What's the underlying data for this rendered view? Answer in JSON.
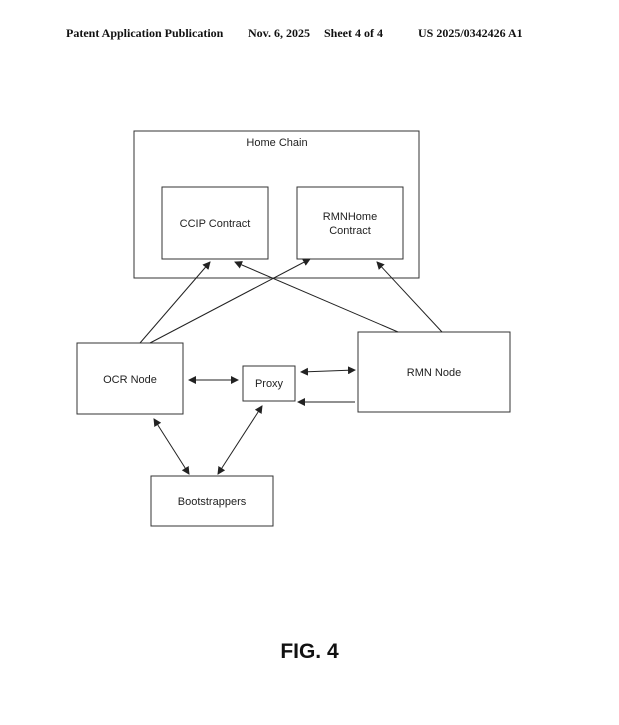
{
  "header": {
    "publication": "Patent Application Publication",
    "date": "Nov. 6, 2025",
    "sheet": "Sheet 4 of 4",
    "number": "US 2025/0342426 A1"
  },
  "diagram": {
    "home_chain": "Home Chain",
    "ccip_contract": "CCIP Contract",
    "rmnhome_line1": "RMNHome",
    "rmnhome_line2": "Contract",
    "ocr_node": "OCR Node",
    "proxy": "Proxy",
    "rmn_node": "RMN Node",
    "bootstrappers": "Bootstrappers"
  },
  "figure_label": "FIG. 4"
}
